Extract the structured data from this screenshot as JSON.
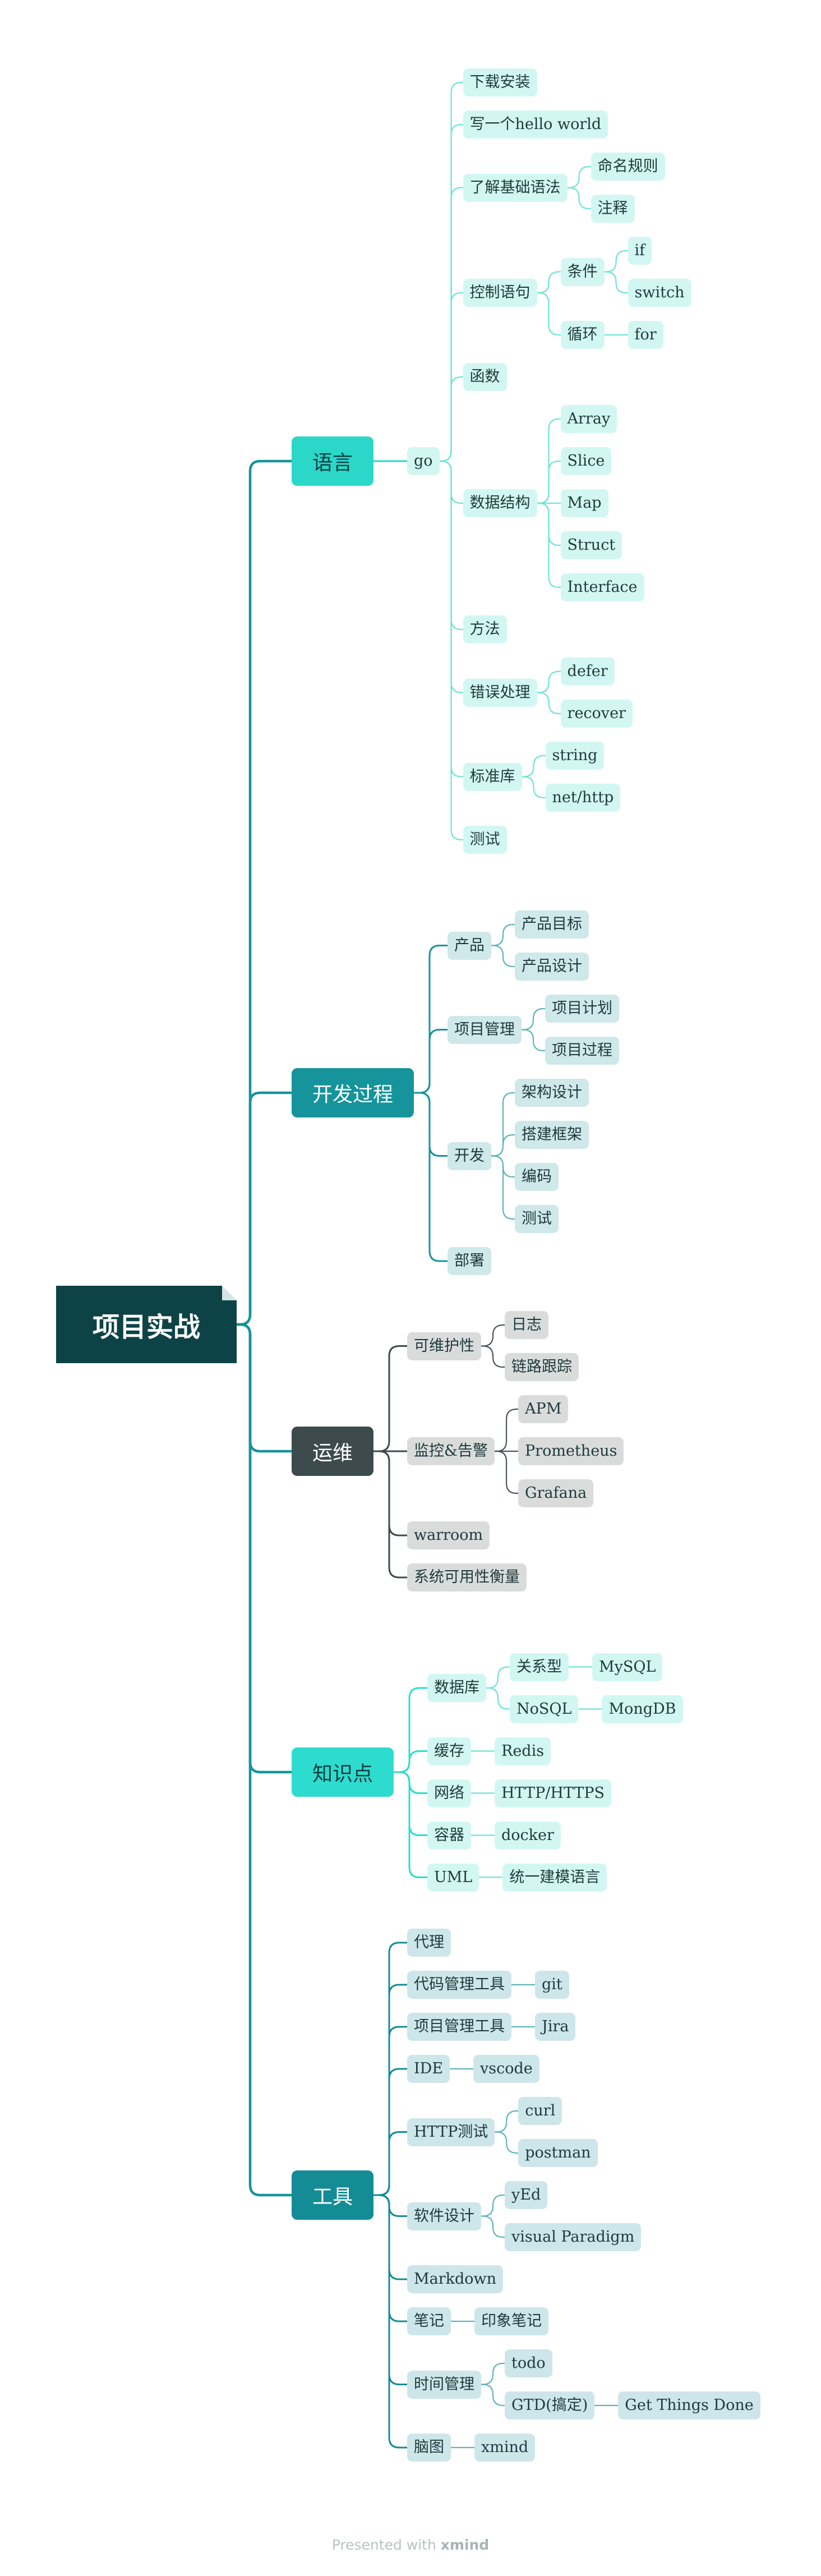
{
  "colors": {
    "root": "#0d4347",
    "branches": {
      "teal": "#2ad7c9",
      "dark-teal": "#15949b",
      "gray": "#3d4b4c",
      "cyan": "#2ddcce",
      "deep-teal": "#148c95"
    },
    "trunk": "#15949b"
  },
  "root": {
    "label": "项目实战"
  },
  "branches": [
    {
      "label": "语言",
      "color": "teal",
      "children": [
        {
          "label": "go",
          "children": [
            {
              "label": "下载安装"
            },
            {
              "label": "写一个hello world"
            },
            {
              "label": "了解基础语法",
              "children": [
                {
                  "label": "命名规则"
                },
                {
                  "label": "注释"
                }
              ]
            },
            {
              "label": "控制语句",
              "children": [
                {
                  "label": "条件",
                  "children": [
                    {
                      "label": "if"
                    },
                    {
                      "label": "switch"
                    }
                  ]
                },
                {
                  "label": "循环",
                  "children": [
                    {
                      "label": "for"
                    }
                  ]
                }
              ]
            },
            {
              "label": "函数"
            },
            {
              "label": "数据结构",
              "children": [
                {
                  "label": "Array"
                },
                {
                  "label": "Slice"
                },
                {
                  "label": "Map"
                },
                {
                  "label": "Struct"
                },
                {
                  "label": "Interface"
                }
              ]
            },
            {
              "label": "方法"
            },
            {
              "label": "错误处理",
              "children": [
                {
                  "label": "defer"
                },
                {
                  "label": "recover"
                }
              ]
            },
            {
              "label": "标准库",
              "children": [
                {
                  "label": "string"
                },
                {
                  "label": "net/http"
                }
              ]
            },
            {
              "label": "测试"
            }
          ]
        }
      ]
    },
    {
      "label": "开发过程",
      "color": "dark-teal",
      "children": [
        {
          "label": "产品",
          "children": [
            {
              "label": "产品目标"
            },
            {
              "label": "产品设计"
            }
          ]
        },
        {
          "label": "项目管理",
          "children": [
            {
              "label": "项目计划"
            },
            {
              "label": "项目过程"
            }
          ]
        },
        {
          "label": "开发",
          "children": [
            {
              "label": "架构设计"
            },
            {
              "label": "搭建框架"
            },
            {
              "label": "编码"
            },
            {
              "label": "测试"
            }
          ]
        },
        {
          "label": "部署"
        }
      ]
    },
    {
      "label": "运维",
      "color": "gray",
      "children": [
        {
          "label": "可维护性",
          "children": [
            {
              "label": "日志"
            },
            {
              "label": "链路跟踪"
            }
          ]
        },
        {
          "label": "监控&告警",
          "children": [
            {
              "label": "APM"
            },
            {
              "label": "Prometheus"
            },
            {
              "label": "Grafana"
            }
          ]
        },
        {
          "label": "warroom"
        },
        {
          "label": "系统可用性衡量"
        }
      ]
    },
    {
      "label": "知识点",
      "color": "cyan",
      "children": [
        {
          "label": "数据库",
          "children": [
            {
              "label": "关系型",
              "children": [
                {
                  "label": "MySQL"
                }
              ]
            },
            {
              "label": "NoSQL",
              "children": [
                {
                  "label": "MongDB"
                }
              ]
            }
          ]
        },
        {
          "label": "缓存",
          "children": [
            {
              "label": "Redis"
            }
          ]
        },
        {
          "label": "网络",
          "children": [
            {
              "label": "HTTP/HTTPS"
            }
          ]
        },
        {
          "label": "容器",
          "children": [
            {
              "label": "docker"
            }
          ]
        },
        {
          "label": "UML",
          "children": [
            {
              "label": "统一建模语言"
            }
          ]
        }
      ]
    },
    {
      "label": "工具",
      "color": "deep-teal",
      "children": [
        {
          "label": "代理"
        },
        {
          "label": "代码管理工具",
          "children": [
            {
              "label": "git"
            }
          ]
        },
        {
          "label": "项目管理工具",
          "children": [
            {
              "label": "Jira"
            }
          ]
        },
        {
          "label": "IDE",
          "children": [
            {
              "label": "vscode"
            }
          ]
        },
        {
          "label": "HTTP测试",
          "children": [
            {
              "label": "curl"
            },
            {
              "label": "postman"
            }
          ]
        },
        {
          "label": "软件设计",
          "children": [
            {
              "label": "yEd"
            },
            {
              "label": "visual Paradigm"
            }
          ]
        },
        {
          "label": "Markdown"
        },
        {
          "label": "笔记",
          "children": [
            {
              "label": "印象笔记"
            }
          ]
        },
        {
          "label": "时间管理",
          "children": [
            {
              "label": "todo"
            },
            {
              "label": "GTD(搞定)",
              "children": [
                {
                  "label": "Get Things Done"
                }
              ]
            }
          ]
        },
        {
          "label": "脑图",
          "children": [
            {
              "label": "xmind"
            }
          ]
        }
      ]
    }
  ],
  "footer": {
    "prefix": "Presented with",
    "brand": "xmind"
  }
}
